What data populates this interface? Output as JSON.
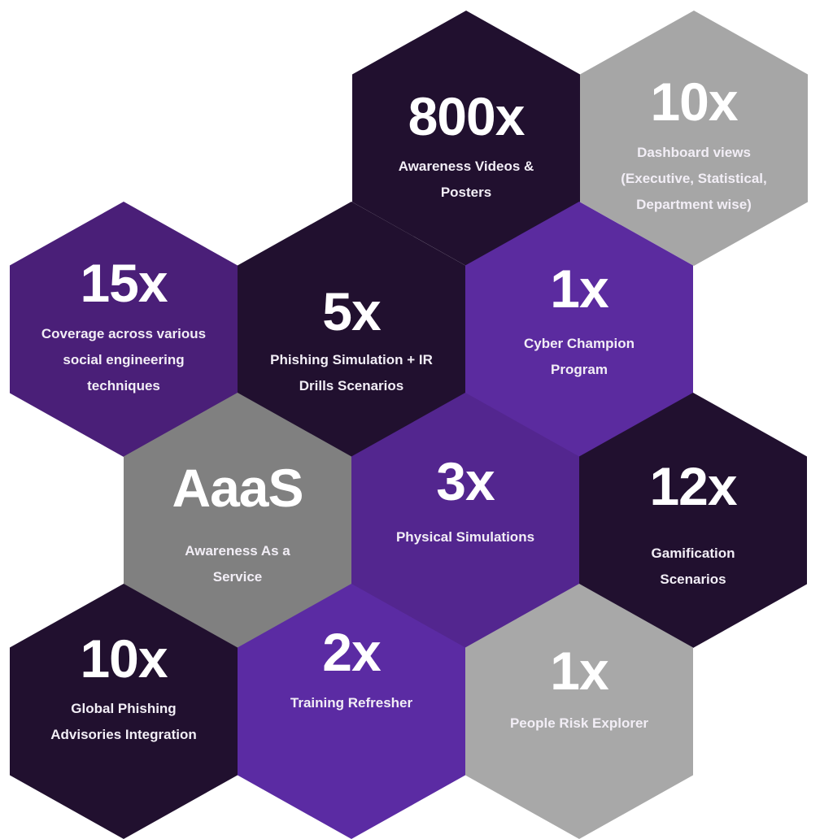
{
  "tiles": [
    {
      "value": "800x",
      "label": "Awareness Videos & Posters",
      "color": "#21102f"
    },
    {
      "value": "10x",
      "label": "Dashboard views (Executive, Statistical, Department wise)",
      "color": "#a6a6a6"
    },
    {
      "value": "15x",
      "label": "Coverage across various social engineering techniques",
      "color": "#4a1f78"
    },
    {
      "value": "5x",
      "label": "Phishing Simulation + IR Drills Scenarios",
      "color": "#21102f"
    },
    {
      "value": "1x",
      "label": "Cyber Champion Program",
      "color": "#5b2b9f"
    },
    {
      "value": "AaaS",
      "label": "Awareness As a Service",
      "color": "#808080"
    },
    {
      "value": "3x",
      "label": "Physical Simulations",
      "color": "#53268f"
    },
    {
      "value": "12x",
      "label": "Gamification Scenarios",
      "color": "#21102f"
    },
    {
      "value": "10x",
      "label": "Global Phishing Advisories Integration",
      "color": "#21102f"
    },
    {
      "value": "2x",
      "label": "Training Refresher",
      "color": "#5b2ba3"
    },
    {
      "value": "1x",
      "label": "People Risk Explorer",
      "color": "#a8a8a8"
    }
  ]
}
